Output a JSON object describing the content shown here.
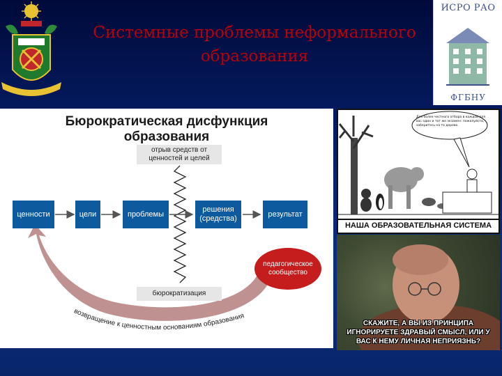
{
  "slide": {
    "title": "Системные проблемы неформального образования"
  },
  "logo": {
    "top_text": "ИСРО РАО",
    "bottom_text": "ФГБНУ"
  },
  "diagram": {
    "title_line1": "Бюрократическая дисфункция",
    "title_line2": "образования",
    "note_top": "отрыв средств от ценностей и целей",
    "note_bottom": "бюрократизация",
    "boxes": [
      "ценности",
      "цели",
      "проблемы",
      "решения (средства)",
      "результат"
    ],
    "pedagogical_community": "педагогическое сообщество",
    "return_arrow_text": "возвращение к ценностным основаниям образования"
  },
  "cartoon": {
    "caption": "НАША ОБРАЗОВАТЕЛЬНАЯ СИСТЕМА",
    "bubble": "Для более честного отбора в каждой для вас один и тот же экзамен: пожалуйста, заберитесь на то дерево."
  },
  "photo": {
    "caption": "СКАЖИТЕ, А ВЫ ИЗ ПРИНЦИПА ИГНОРИРУЕТЕ ЗДРАВЫЙ СМЫСЛ, ИЛИ У ВАС К НЕМУ ЛИЧНАЯ НЕПРИЯЗНЬ?"
  },
  "colors": {
    "title_red": "#b8000e",
    "box_blue": "#0e5a9e",
    "ped_red": "#c51d1d",
    "arrow_rose": "#b98585"
  }
}
